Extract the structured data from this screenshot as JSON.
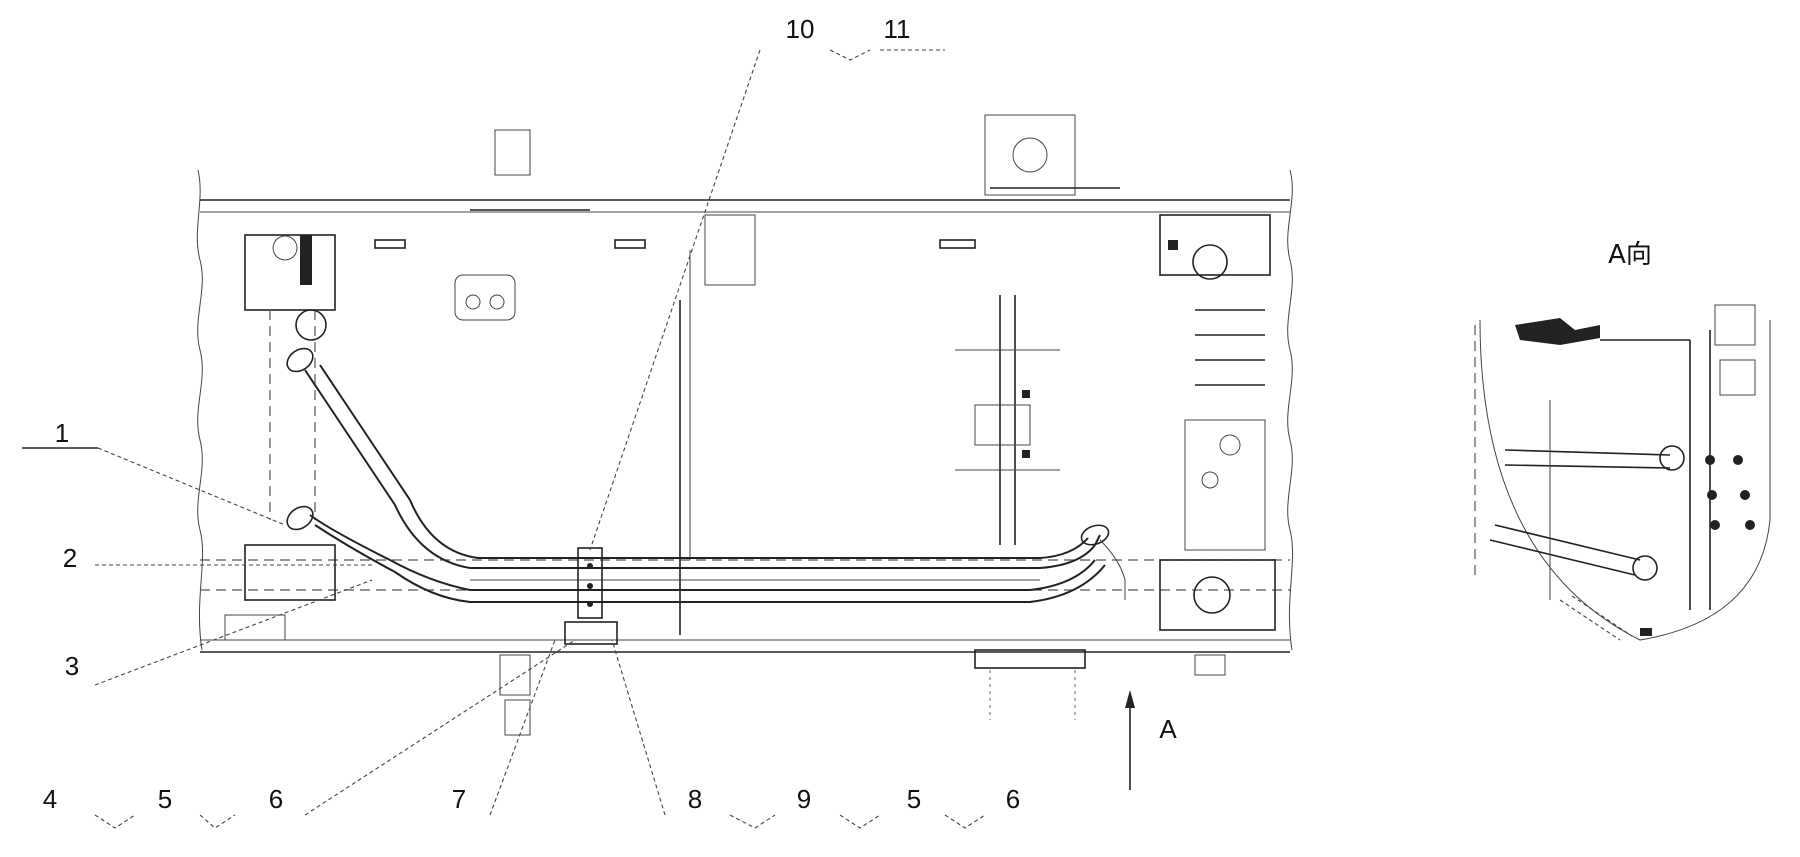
{
  "callouts": {
    "c1": "1",
    "c2": "2",
    "c3": "3",
    "c4": "4",
    "c5a": "5",
    "c6a": "6",
    "c7": "7",
    "c8": "8",
    "c9": "9",
    "c5b": "5",
    "c6b": "6",
    "c10": "10",
    "c11": "11"
  },
  "direction_arrow_label": "A",
  "auxiliary_view_title": "A向"
}
